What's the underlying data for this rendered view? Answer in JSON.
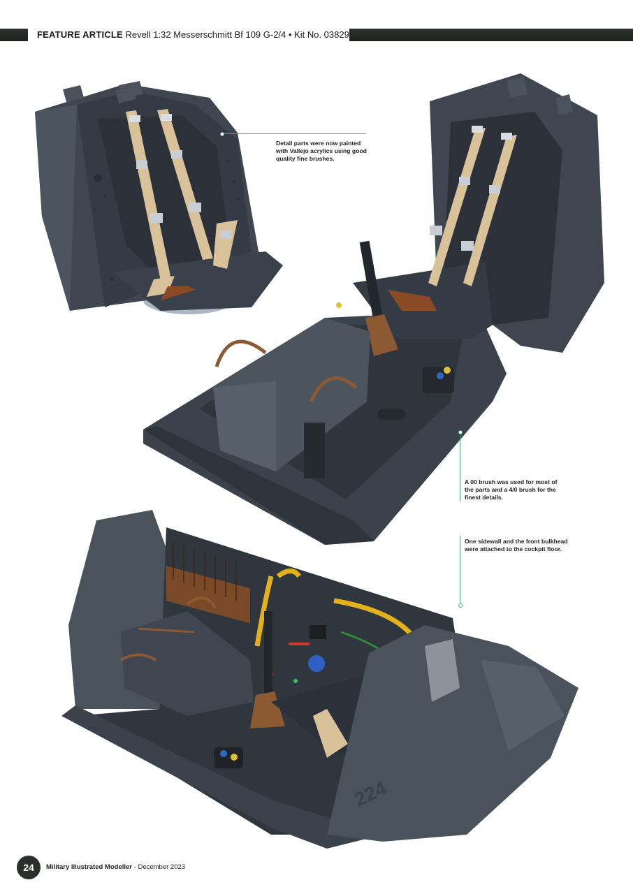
{
  "header": {
    "section_label": "FEATURE ARTICLE",
    "title": "Revell 1:32 Messerschmitt Bf 109 G-2/4 • Kit No. 03829",
    "bar_color": "#252a26"
  },
  "photos": [
    {
      "id": "photo-seat",
      "subject": "Painted pilot seat with tan harness straps"
    },
    {
      "id": "photo-cockpit-floor",
      "subject": "Cockpit floor with seat, control column, and fuel tank"
    },
    {
      "id": "photo-cockpit-assembled",
      "subject": "Cockpit with sidewall and front bulkhead attached"
    }
  ],
  "captions": [
    {
      "id": "caption-1",
      "text": "Detail parts were now painted with Vallejo acrylics using good quality fine brushes."
    },
    {
      "id": "caption-2",
      "text": "A 00 brush was used for most of the parts and a 4/0 brush for the finest details."
    },
    {
      "id": "caption-3",
      "text": "One sidewall and the front bulkhead were attached to the cockpit floor."
    }
  ],
  "footer": {
    "page_number": "24",
    "publication": "Military Illustrated Modeller",
    "separator": " - ",
    "issue": "December 2023"
  },
  "colors": {
    "leader_line": "#4fa77e",
    "model_grey": "#4a525c",
    "harness_tan": "#d9c29a"
  }
}
